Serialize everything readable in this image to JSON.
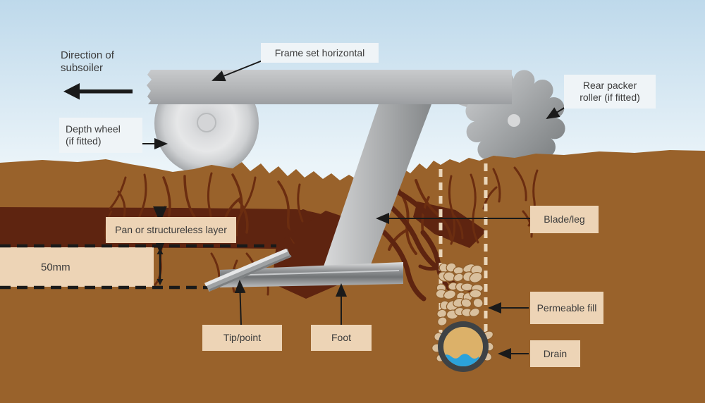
{
  "labels": {
    "direction_line1": "Direction of",
    "direction_line2": "subsoiler",
    "frame": "Frame set horizontal",
    "depth_wheel_line1": "Depth wheel",
    "depth_wheel_line2": "(if fitted)",
    "rear_packer_line1": "Rear packer",
    "rear_packer_line2": "roller (if fitted)",
    "pan": "Pan or structureless layer",
    "depth_measurement": "50mm",
    "blade": "Blade/leg",
    "tip": "Tip/point",
    "foot": "Foot",
    "permeable_fill": "Permeable fill",
    "drain": "Drain"
  },
  "colors": {
    "sky_top": "#BED9EB",
    "sky_bottom": "#EBF4F9",
    "soil": "#99622B",
    "soil_crack": "#6B2D10",
    "soil_pan": "#5E2410",
    "box_tan": "#EDD4B6",
    "box_sky": "#EFF4F7",
    "label_text": "#3B3B3B",
    "pebble": "#D9C09E",
    "pebble_edge": "#8F5E2B",
    "trench_dash": "#EAD6BA",
    "drain_ring": "#3E4245",
    "drain_sand": "#DCB169",
    "drain_water": "#2BA2DB",
    "arrow_black": "#1A1A1A",
    "metal_light": "#C9CBCD",
    "metal_mid": "#9A9DA0",
    "metal_dark": "#767A7C"
  }
}
